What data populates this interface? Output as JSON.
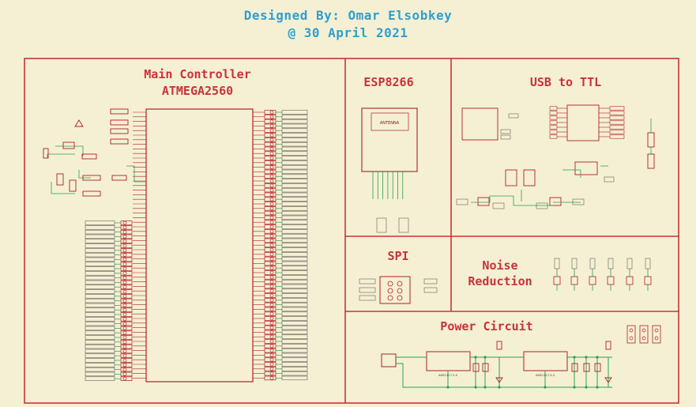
{
  "header": {
    "designed_by": "Designed By: Omar Elsobkey",
    "date": "@ 30 April 2021"
  },
  "sections": {
    "main_controller": {
      "title_line1": "Main Controller",
      "title_line2": "ATMEGA2560"
    },
    "esp8266": {
      "title": "ESP8266",
      "antenna_label": "ANTENNA"
    },
    "usb_ttl": {
      "title": "USB to TTL"
    },
    "spi": {
      "title": "SPI"
    },
    "noise": {
      "title_line1": "Noise",
      "title_line2": "Reduction"
    },
    "power": {
      "title": "Power Circuit",
      "u3_label": "AMS1117-5.0",
      "u4_label": "AMS1117-3.3"
    }
  },
  "colors": {
    "frame": "#c8323a",
    "wire": "#2aa050",
    "component": "#b01e2a",
    "background": "#f5f0d3",
    "title": "#2f9fd0"
  }
}
